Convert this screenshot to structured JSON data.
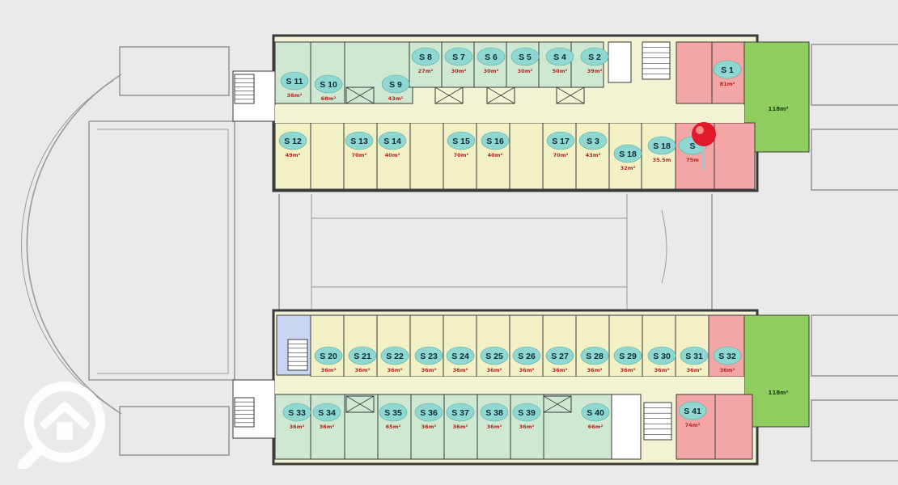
{
  "colors": {
    "background": "#e9eaea",
    "wall": "#3a3a3a",
    "corridor": "#f3f2d2",
    "unit_yellow": "#f2f1c6",
    "unit_green": "#cfe8d2",
    "unit_pink": "#f4a6a6",
    "garden": "#8fce5e",
    "stair": "#c9d6f2",
    "label_oval": "#8fd8d2",
    "area_text": "#b3261e",
    "pin": "#e01a2a"
  },
  "units": [
    {
      "label": "S 1",
      "area": "81m²"
    },
    {
      "label": "S 2",
      "area": "39m²"
    },
    {
      "label": "S 4",
      "area": "50m²"
    },
    {
      "label": "S 5",
      "area": "30m²"
    },
    {
      "label": "S 6",
      "area": "30m²"
    },
    {
      "label": "S 7",
      "area": "30m²"
    },
    {
      "label": "S 8",
      "area": "27m²"
    },
    {
      "label": "S 9",
      "area": "43m²"
    },
    {
      "label": "S 10",
      "area": "68m²"
    },
    {
      "label": "S 11",
      "area": "36m²"
    },
    {
      "label": "S 12",
      "area": "49m²"
    },
    {
      "label": "S 13",
      "area": "70m²"
    },
    {
      "label": "S 14",
      "area": "40m²"
    },
    {
      "label": "S 15",
      "area": "70m²"
    },
    {
      "label": "S 16",
      "area": "40m²"
    },
    {
      "label": "S 17",
      "area": "70m²"
    },
    {
      "label": "S 3",
      "area": "43m²"
    },
    {
      "label": "S 18",
      "area": "32m²"
    },
    {
      "label": "S 18",
      "area": "35.5m"
    },
    {
      "label": "S",
      "area": "75m"
    },
    {
      "label": "S 20",
      "area": "36m²"
    },
    {
      "label": "S 21",
      "area": "36m²"
    },
    {
      "label": "S 22",
      "area": "36m²"
    },
    {
      "label": "S 23",
      "area": "36m²"
    },
    {
      "label": "S 24",
      "area": "36m²"
    },
    {
      "label": "S 25",
      "area": "36m²"
    },
    {
      "label": "S 26",
      "area": "36m²"
    },
    {
      "label": "S 27",
      "area": "36m²"
    },
    {
      "label": "S 28",
      "area": "36m²"
    },
    {
      "label": "S 29",
      "area": "36m²"
    },
    {
      "label": "S 30",
      "area": "36m²"
    },
    {
      "label": "S 31",
      "area": "36m²"
    },
    {
      "label": "S 32",
      "area": "36m²"
    },
    {
      "label": "S 33",
      "area": "36m²"
    },
    {
      "label": "S 34",
      "area": "36m²"
    },
    {
      "label": "S 35",
      "area": "65m²"
    },
    {
      "label": "S 36",
      "area": "36m²"
    },
    {
      "label": "S 37",
      "area": "36m²"
    },
    {
      "label": "S 38",
      "area": "36m²"
    },
    {
      "label": "S 39",
      "area": "36m²"
    },
    {
      "label": "S 40",
      "area": "66m²"
    },
    {
      "label": "S 41",
      "area": "74m²"
    }
  ],
  "gardens": [
    {
      "area": "118m²"
    },
    {
      "area": "118m²"
    }
  ],
  "icons": {
    "watermark": "house-search-icon",
    "pin": "location-pin-icon"
  }
}
